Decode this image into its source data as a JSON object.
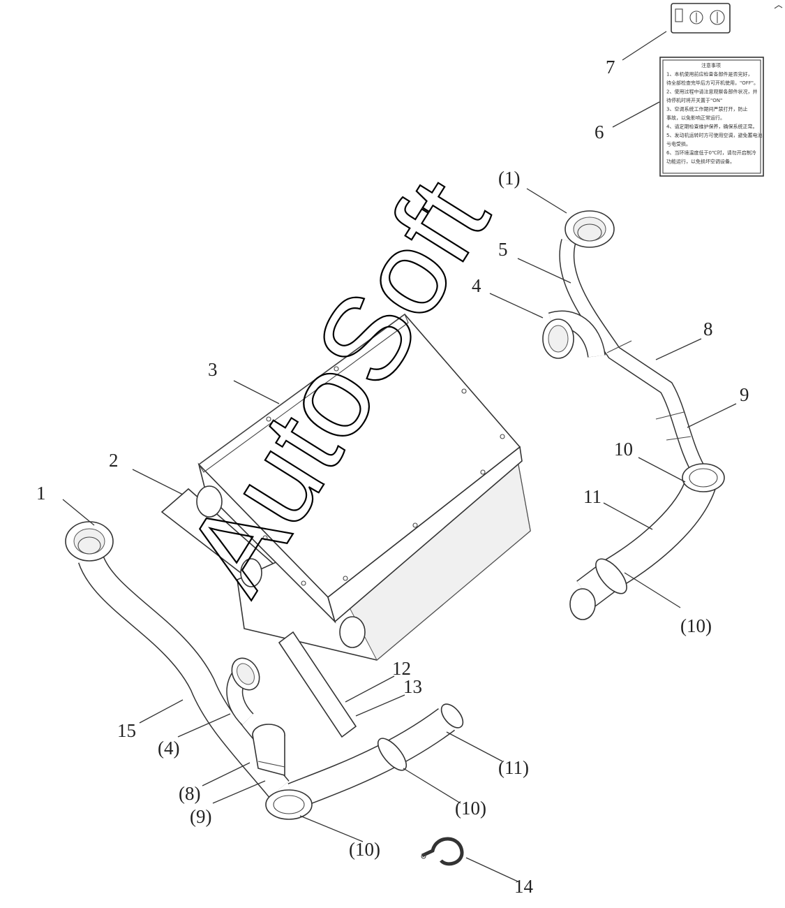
{
  "labels": {
    "l1": "1",
    "l2": "2",
    "l3": "3",
    "l4": "4",
    "l5": "5",
    "l6": "6",
    "l7": "7",
    "l8": "8",
    "l9": "9",
    "l10": "10",
    "l11": "11",
    "l12": "12",
    "l13": "13",
    "l14": "14",
    "l15": "15",
    "p1": "(1)",
    "p4": "(4)",
    "p8": "(8)",
    "p9": "(9)",
    "p10a": "(10)",
    "p10b": "(10)",
    "p10c": "(10)",
    "p11": "(11)"
  },
  "watermark": "AutoSoft",
  "notice_lines": [
    "注意事项",
    "1、本机使用前应检查各部件是否完好，",
    "待全部检查完毕后方可开机使用，\"OFF\"。",
    "2、使用过程中请注意观察各部件状况，并",
    "待停机时将开关置于\"ON\"",
    "3、空调系统工作期间严禁打开，防止",
    "事故，以免影响正常运行。",
    "4、请定期检查维护保养，确保系统正常。",
    "5、发动机运转时方可使用空调，避免蓄电池",
    "亏电受损。",
    "6、当环境温度低于0℃时，请勿开启制冷",
    "功能运行，以免损坏空调设备。"
  ]
}
